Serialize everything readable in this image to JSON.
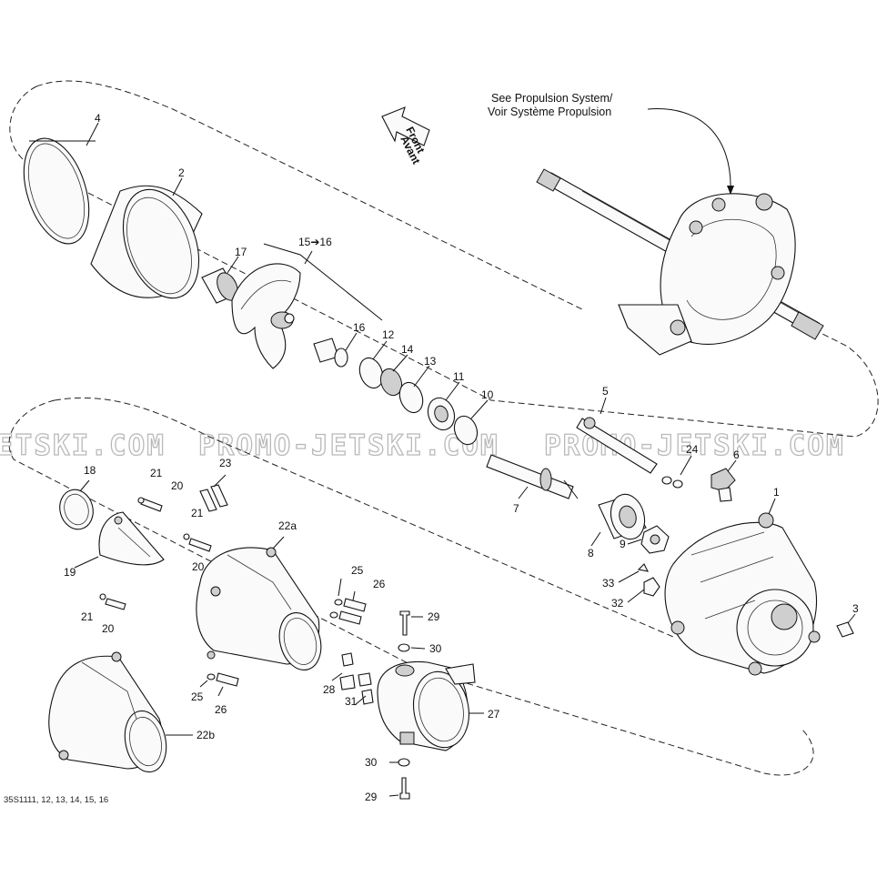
{
  "reference": {
    "line1": "See Propulsion System/",
    "line2": "Voir Système Propulsion"
  },
  "direction": {
    "line1": "Front",
    "line2": "Avant"
  },
  "watermark": {
    "left": "ETSKI.COM",
    "center": "PROMO-JETSKI.COM",
    "right": "PROMO-JETSKI.COM"
  },
  "figure_code": "35S1111, 12, 13, 14, 15, 16",
  "callouts": {
    "c1": "1",
    "c2": "2",
    "c3": "3",
    "c4": "4",
    "c5": "5",
    "c6": "6",
    "c7": "7",
    "c8": "8",
    "c9": "9",
    "c10": "10",
    "c11": "11",
    "c12": "12",
    "c13": "13",
    "c14": "14",
    "c15_16": "15➔16",
    "c16": "16",
    "c17": "17",
    "c18": "18",
    "c19": "19",
    "c20a": "20",
    "c20b": "20",
    "c20c": "20",
    "c21a": "21",
    "c21b": "21",
    "c21c": "21",
    "c22a": "22a",
    "c22b": "22b",
    "c23": "23",
    "c24": "24",
    "c25a": "25",
    "c25b": "25",
    "c26a": "26",
    "c26b": "26",
    "c27": "27",
    "c28": "28",
    "c29a": "29",
    "c29b": "29",
    "c30a": "30",
    "c30b": "30",
    "c31": "31",
    "c32": "32",
    "c33": "33"
  }
}
